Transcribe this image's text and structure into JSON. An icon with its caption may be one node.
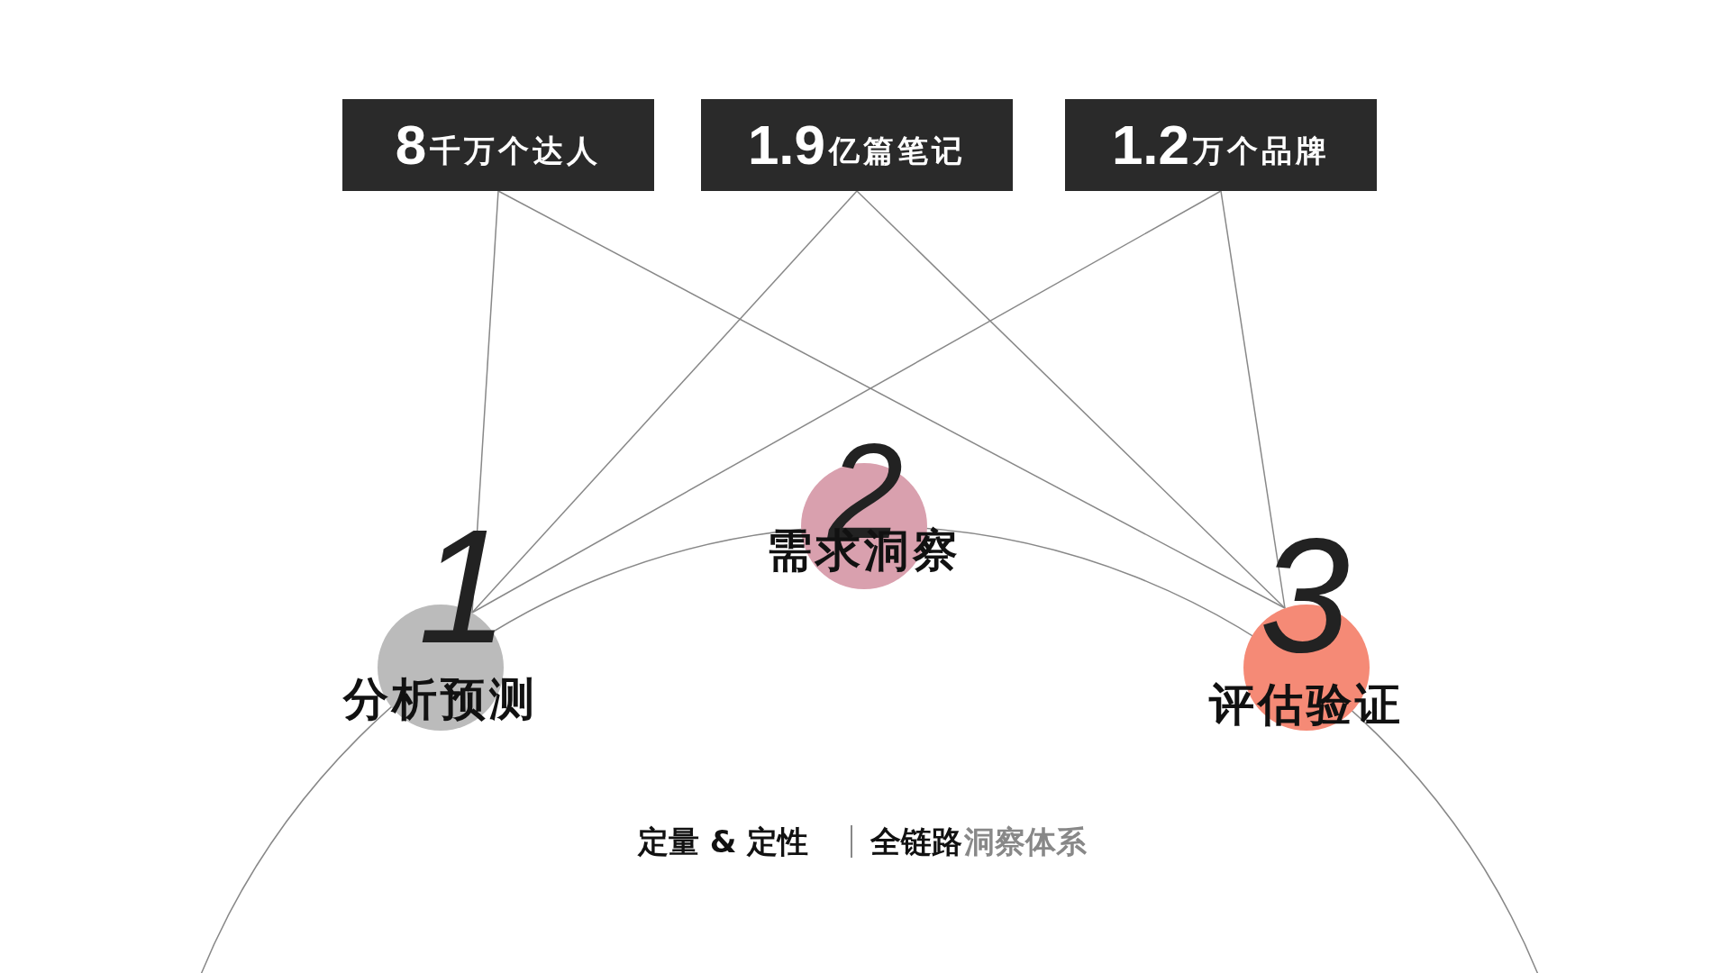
{
  "diagram": {
    "nodes": [
      {
        "text": [
          "8",
          "千万个达人"
        ]
      },
      {
        "text": [
          "1.9",
          "亿篇笔记"
        ]
      },
      {
        "text": [
          "1.2",
          "万个品牌"
        ]
      },
      {
        "text": [
          "1",
          "分析预测"
        ]
      },
      {
        "text": [
          "2",
          "需求洞察"
        ]
      },
      {
        "text": [
          "3",
          "评估验证"
        ]
      }
    ],
    "edges": [
      {
        "from": 0,
        "to": 3,
        "arrow": "none"
      },
      {
        "from": 0,
        "to": 5,
        "arrow": "none"
      },
      {
        "from": 1,
        "to": 3,
        "arrow": "none"
      },
      {
        "from": 1,
        "to": 5,
        "arrow": "none"
      },
      {
        "from": 2,
        "to": 3,
        "arrow": "none"
      },
      {
        "from": 2,
        "to": 5,
        "arrow": "none"
      }
    ],
    "labels": [
      "定量 & 定性",
      "全链路",
      "洞察体系"
    ]
  }
}
